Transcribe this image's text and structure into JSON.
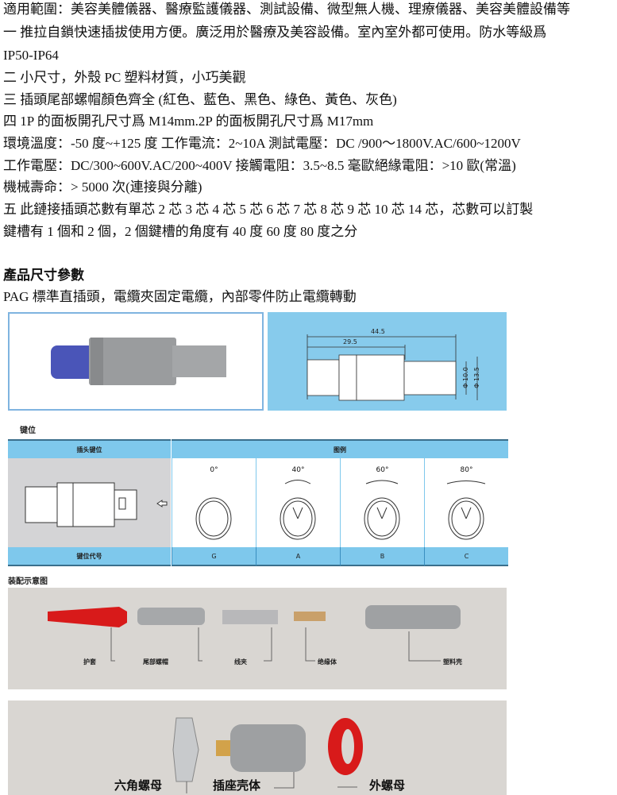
{
  "intro": [
    "適用範圍：美容美體儀器、醫療監護儀器、測試設備、微型無人機、理療儀器、美容美體設備等",
    "一  推拉自鎖快速插拔使用方便。廣泛用於醫療及美容設備。室內室外都可使用。防水等級爲",
    "IP50-IP64",
    "二  小尺寸，外殼 PC 塑料材質，小巧美觀",
    "三  插頭尾部螺帽顏色齊全  (紅色、藍色、黑色、綠色、黃色、灰色)",
    "四  1P 的面板開孔尺寸爲 M14mm.2P 的面板開孔尺寸爲 M17mm",
    "環境溫度：-50 度~+125 度  工作電流：2~10A  測試電壓：DC /900～1800V.AC/600~1200V",
    "工作電壓：DC/300~600V.AC/200~400V  接觸電阻：3.5~8.5 毫歐絕緣電阻：>10 歐(常溫)",
    "機械壽命：> 5000 次(連接與分離)",
    "五  此鏈接插頭芯數有單芯 2 芯 3 芯 4 芯 5 芯 6 芯 7 芯 8 芯 9 芯 10 芯 14 芯，芯數可以訂製",
    "鍵槽有 1 個和 2 個，2 個鍵槽的角度有 40 度 60 度 80 度之分"
  ],
  "section_title": "產品尺寸參數",
  "section_subtitle": "PAG 標準直插頭，電纜夾固定電纜，內部零件防止電纜轉動",
  "drawing": {
    "total": "44.5",
    "partial": "29.5",
    "d1": "Φ 10.0",
    "d2": "Φ 13.5"
  },
  "keying": {
    "title": "键位",
    "col_plug": "插头键位",
    "col_legend": "图例",
    "row_code": "键位代号",
    "keys": [
      {
        "angle": "0°",
        "code": "G"
      },
      {
        "angle": "40°",
        "code": "A"
      },
      {
        "angle": "60°",
        "code": "B"
      },
      {
        "angle": "80°",
        "code": "C"
      }
    ]
  },
  "assembly": {
    "title": "装配示意图",
    "parts": [
      "护套",
      "尾部螺帽",
      "线夹",
      "绝缘体",
      "塑料壳"
    ],
    "socket_parts": [
      "六角螺母",
      "插座壳体",
      "外螺母"
    ]
  },
  "colors": {
    "blue_bar": "#7ec8ec",
    "panel": "#d9d6d2",
    "red": "#d81a1a",
    "cap_blue": "#4a55b8"
  }
}
